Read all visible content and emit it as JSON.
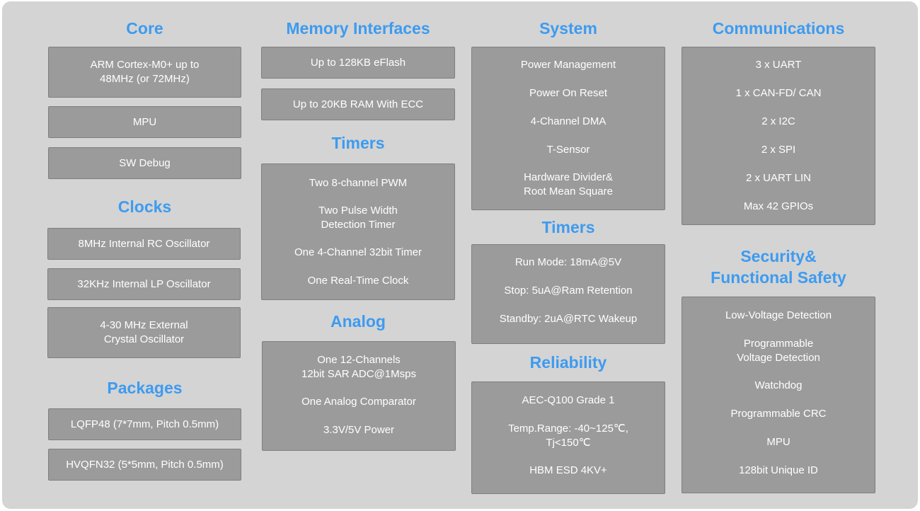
{
  "colors": {
    "background": "#d4d4d4",
    "box": "#9b9b9b",
    "box_border": "#7e7e7e",
    "heading": "#3d9bf0",
    "text": "#ffffff"
  },
  "core": {
    "title": "Core",
    "items": [
      "ARM Cortex-M0+ up to\n48MHz (or 72MHz)",
      "MPU",
      "SW Debug"
    ]
  },
  "clocks": {
    "title": "Clocks",
    "items": [
      "8MHz Internal RC Oscillator",
      "32KHz Internal LP Oscillator",
      "4-30 MHz External\nCrystal Oscillator"
    ]
  },
  "packages": {
    "title": "Packages",
    "items": [
      "LQFP48 (7*7mm, Pitch 0.5mm)",
      "HVQFN32 (5*5mm, Pitch 0.5mm)"
    ]
  },
  "memory": {
    "title": "Memory Interfaces",
    "items": [
      "Up to 128KB eFlash",
      "Up to 20KB RAM With ECC"
    ]
  },
  "timers": {
    "title": "Timers",
    "items": [
      "Two 8-channel PWM",
      "Two Pulse Width\nDetection Timer",
      "One 4-Channel 32bit Timer",
      "One Real-Time Clock"
    ]
  },
  "analog": {
    "title": "Analog",
    "items": [
      "One 12-Channels\n12bit SAR ADC@1Msps",
      "One Analog Comparator",
      "3.3V/5V Power"
    ]
  },
  "system": {
    "title": "System",
    "items": [
      "Power Management",
      "Power On Reset",
      "4-Channel DMA",
      "T-Sensor",
      "Hardware Divider&\nRoot Mean Square"
    ]
  },
  "power": {
    "title": "Timers",
    "items": [
      "Run Mode: 18mA@5V",
      "Stop: 5uA@Ram Retention",
      "Standby: 2uA@RTC Wakeup"
    ]
  },
  "reliability": {
    "title": "Reliability",
    "items": [
      "AEC-Q100 Grade 1",
      "Temp.Range: -40~125℃,\nTj<150℃",
      "HBM ESD  4KV+"
    ]
  },
  "communications": {
    "title": "Communications",
    "items": [
      "3 x UART",
      "1 x CAN-FD/ CAN",
      "2 x I2C",
      "2 x SPI",
      "2 x UART LIN",
      "Max 42 GPIOs"
    ]
  },
  "security": {
    "title": "Security&\nFunctional Safety",
    "items": [
      "Low-Voltage Detection",
      "Programmable\nVoltage Detection",
      "Watchdog",
      "Programmable CRC",
      "MPU",
      "128bit Unique ID"
    ]
  }
}
